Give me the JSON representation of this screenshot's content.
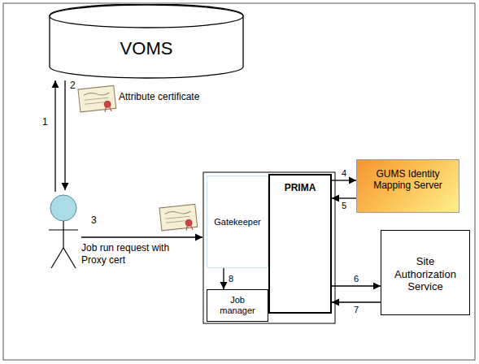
{
  "diagram": {
    "nodes": [
      {
        "text": [
          "VOMS"
        ]
      },
      {
        "text": [
          "Gatekeeper"
        ]
      },
      {
        "text": [
          "PRIMA"
        ]
      },
      {
        "text": [
          "GUMS Identity Mapping Server"
        ]
      },
      {
        "text": [
          "Job manager"
        ]
      },
      {
        "text": [
          "Site Authorization Service"
        ]
      }
    ],
    "edges": [
      {
        "from": 2,
        "to": 3,
        "label": "4",
        "arrow": "to"
      },
      {
        "from": 3,
        "to": 2,
        "label": "5",
        "arrow": "to"
      },
      {
        "from": 2,
        "to": 5,
        "label": "6",
        "arrow": "to"
      },
      {
        "from": 5,
        "to": 2,
        "label": "7",
        "arrow": "to"
      },
      {
        "from": 1,
        "to": 4,
        "label": "8",
        "arrow": "to"
      }
    ],
    "labels": [
      "1",
      "2",
      "Attribute certificate",
      "3",
      "Job run request with Proxy cert"
    ]
  }
}
